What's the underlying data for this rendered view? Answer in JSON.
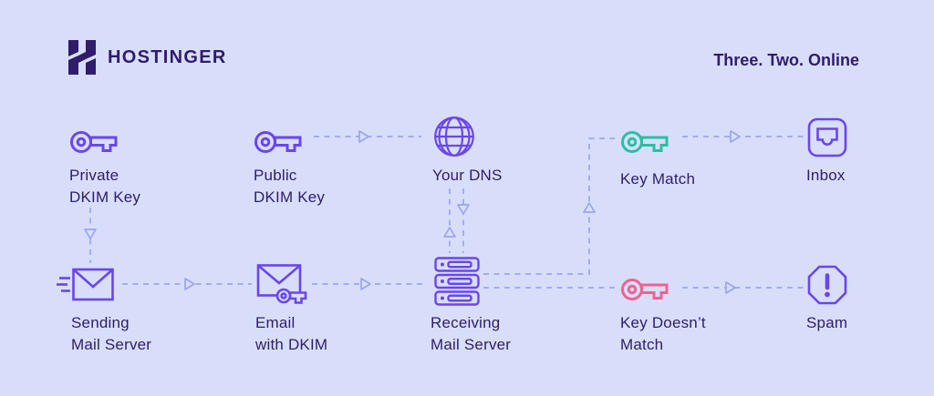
{
  "header": {
    "brand": "HOSTINGER",
    "tagline": "Three. Two. Online"
  },
  "colors": {
    "bg": "#D8DEFA",
    "primary": "#6A46EA",
    "dark": "#2F1C6A",
    "line": "#9AA5F0",
    "success": "#29C0A2",
    "danger": "#F2618F"
  },
  "diagram": {
    "nodes": [
      {
        "id": "private-dkim-key",
        "label": "Private\nDKIM Key",
        "icon": "key-icon",
        "color": "primary"
      },
      {
        "id": "public-dkim-key",
        "label": "Public\nDKIM Key",
        "icon": "key-icon",
        "color": "primary"
      },
      {
        "id": "your-dns",
        "label": "Your DNS",
        "icon": "globe-icon",
        "color": "primary"
      },
      {
        "id": "key-match",
        "label": "Key Match",
        "icon": "key-icon",
        "color": "success"
      },
      {
        "id": "inbox",
        "label": "Inbox",
        "icon": "inbox-tray-icon",
        "color": "primary"
      },
      {
        "id": "sending-mail-server",
        "label": "Sending\nMail Server",
        "icon": "envelope-speed-icon",
        "color": "primary"
      },
      {
        "id": "email-with-dkim",
        "label": "Email\nwith DKIM",
        "icon": "envelope-key-icon",
        "color": "primary"
      },
      {
        "id": "receiving-mail-server",
        "label": "Receiving\nMail Server",
        "icon": "server-stack-icon",
        "color": "primary"
      },
      {
        "id": "key-doesnt-match",
        "label": "Key Doesn’t\nMatch",
        "icon": "key-icon",
        "color": "danger"
      },
      {
        "id": "spam",
        "label": "Spam",
        "icon": "octagon-alert-icon",
        "color": "primary"
      }
    ],
    "connections": [
      {
        "from": "private-dkim-key",
        "to": "sending-mail-server"
      },
      {
        "from": "public-dkim-key",
        "to": "your-dns"
      },
      {
        "from": "your-dns",
        "to": "receiving-mail-server"
      },
      {
        "from": "receiving-mail-server",
        "to": "your-dns"
      },
      {
        "from": "sending-mail-server",
        "to": "email-with-dkim"
      },
      {
        "from": "email-with-dkim",
        "to": "receiving-mail-server"
      },
      {
        "from": "receiving-mail-server",
        "to": "key-match"
      },
      {
        "from": "receiving-mail-server",
        "to": "key-doesnt-match"
      },
      {
        "from": "key-match",
        "to": "inbox"
      },
      {
        "from": "key-doesnt-match",
        "to": "spam"
      }
    ]
  }
}
